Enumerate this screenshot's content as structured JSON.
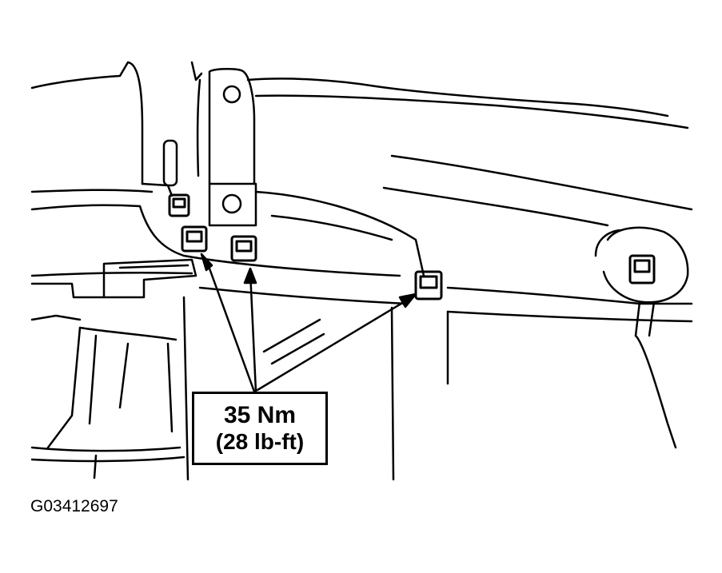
{
  "callout": {
    "torque_nm": "35 Nm",
    "torque_lbft": "(28 lb-ft)"
  },
  "figure_id": "G03412697",
  "colors": {
    "ink": "#000000",
    "paper": "#ffffff"
  }
}
